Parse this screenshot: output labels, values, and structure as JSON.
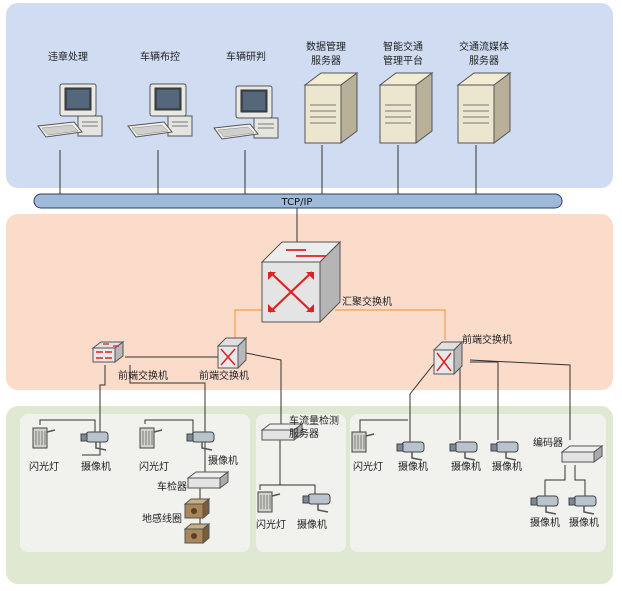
{
  "top_layer": {
    "computers": [
      {
        "label": "违章处理"
      },
      {
        "label": "车辆布控"
      },
      {
        "label": "车辆研判"
      }
    ],
    "servers": [
      {
        "label_lines": [
          "数据管理",
          "服务器"
        ]
      },
      {
        "label_lines": [
          "智能交通",
          "管理平台"
        ]
      },
      {
        "label_lines": [
          "交通流媒体",
          "服务器"
        ]
      }
    ]
  },
  "bus": {
    "label": "TCP/IP"
  },
  "middle_layer": {
    "core_switch": {
      "label": "汇聚交换机"
    },
    "front_switches": [
      {
        "label": "前端交换机"
      },
      {
        "label": "前端交换机"
      },
      {
        "label": "前端交换机"
      }
    ]
  },
  "bottom_layer": {
    "left": {
      "flash1": "闪光灯",
      "camera1": "摄像机",
      "flash2": "闪光灯",
      "camera2": "摄像机",
      "detector": "车检器",
      "loop": "地感线圈"
    },
    "middle": {
      "server_lines": [
        "车流量检测",
        "服务器"
      ],
      "flash": "闪光灯",
      "camera": "摄像机"
    },
    "right": {
      "flash": "闪光灯",
      "camera1": "摄像机",
      "camera2": "摄像机",
      "camera3": "摄像机",
      "encoder": "编码器",
      "camera4": "摄像机",
      "camera5": "摄像机"
    }
  },
  "colors": {
    "top_bg": "#cfdcf2",
    "middle_bg": "#fbdccb",
    "bottom_bg": "#dfe9d2",
    "panel_bg": "#f1f2ee",
    "uplink": "#f0a050",
    "bus": "#9fb9d9"
  }
}
